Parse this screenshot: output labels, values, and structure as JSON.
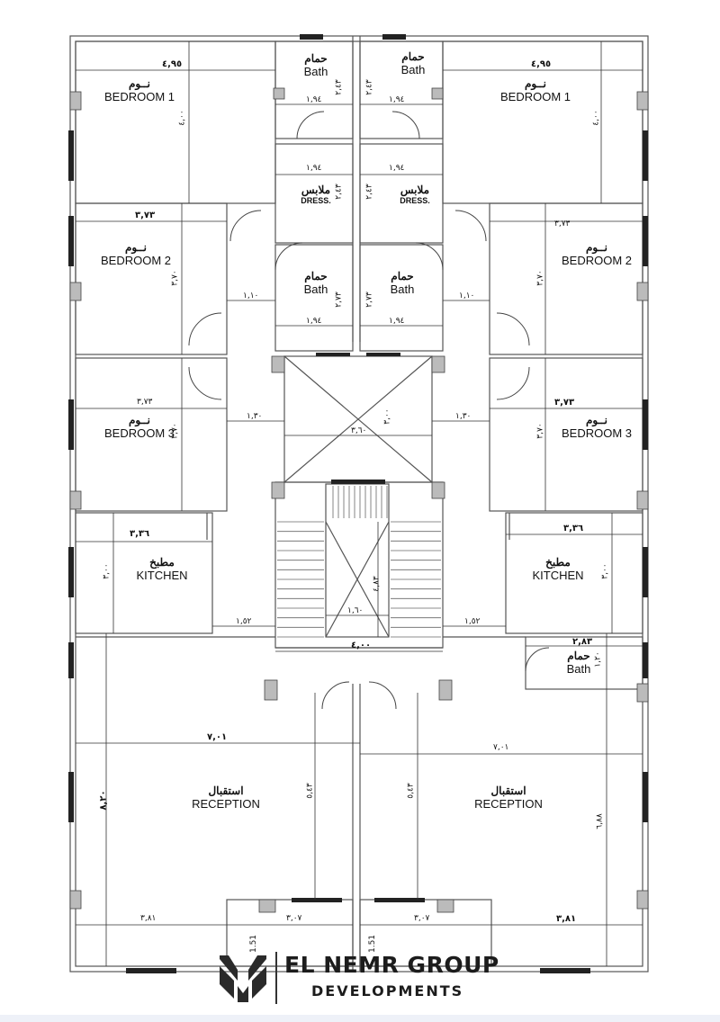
{
  "rooms": {
    "bedroom1_left": {
      "ar": "نــوم",
      "en": "BEDROOM 1"
    },
    "bedroom1_right": {
      "ar": "نــوم",
      "en": "BEDROOM 1"
    },
    "bedroom2_left": {
      "ar": "نــوم",
      "en": "BEDROOM 2"
    },
    "bedroom2_right": {
      "ar": "نــوم",
      "en": "BEDROOM 2"
    },
    "bedroom3_left": {
      "ar": "نــوم",
      "en": "BEDROOM 3"
    },
    "bedroom3_right": {
      "ar": "نــوم",
      "en": "BEDROOM 3"
    },
    "bath_top_left": {
      "ar": "حمام",
      "en": "Bath"
    },
    "bath_top_right": {
      "ar": "حمام",
      "en": "Bath"
    },
    "dress_left": {
      "ar": "ملابس",
      "en": "DRESS."
    },
    "dress_right": {
      "ar": "ملابس",
      "en": "DRESS."
    },
    "bath_mid_left": {
      "ar": "حمام",
      "en": "Bath"
    },
    "bath_mid_right": {
      "ar": "حمام",
      "en": "Bath"
    },
    "kitchen_left": {
      "ar": "مطبخ",
      "en": "KITCHEN"
    },
    "kitchen_right": {
      "ar": "مطبخ",
      "en": "KITCHEN"
    },
    "bath_small_right": {
      "ar": "حمام",
      "en": "Bath"
    },
    "reception_left": {
      "ar": "استقبال",
      "en": "RECEPTION"
    },
    "reception_right": {
      "ar": "استقبال",
      "en": "RECEPTION"
    }
  },
  "dimensions": {
    "b1_left_w": "٤,٩٥",
    "b1_right_w": "٤,٩٥",
    "b1_left_h": "٤,٠٠",
    "b1_right_h": "٤,٠٠",
    "bath_top_l_h": "٢,٤٣",
    "bath_top_r_h": "٢,٤٣",
    "bath_top_l_w": "١,٩٤",
    "bath_top_r_w": "١,٩٤",
    "dress_l_w": "١,٩٤",
    "dress_r_w": "١,٩٤",
    "dress_l_h": "٢,٤٣",
    "dress_r_h": "٢,٤٣",
    "b2_left_w": "٣,٧٣",
    "b2_right_w": "٣,٧٣",
    "b2_left_h": "٣,٧٠",
    "b2_right_h": "٣,٧٠",
    "corr_l": "١,١٠",
    "corr_r": "١,١٠",
    "bath_mid_l_h": "٢,٧٣",
    "bath_mid_r_h": "٢,٧٣",
    "bath_mid_l_w": "١,٩٤",
    "bath_mid_r_w": "١,٩٤",
    "b3_left_w": "٣,٧٣",
    "b3_right_w": "٣,٧٣",
    "b3_left_h": "٣,٧٠",
    "b3_right_h": "٣,٧٠",
    "lobby_l": "١,٣٠",
    "lobby_r": "١,٣٠",
    "shaft_w": "٣,٦٠",
    "shaft_h": "٣,٠٠",
    "kitchen_l_w": "٣,٣٦",
    "kitchen_r_w": "٣,٣٦",
    "kitchen_l_h": "٣,٠٠",
    "kitchen_r_h": "٣,٠٠",
    "stair_h": "٤,٨٣",
    "stair_w": "١,٦٠",
    "kitchen_l_gap": "١,٥٢",
    "kitchen_r_gap": "١,٥٢",
    "stair_total_w": "٤,٠٠",
    "bath_small_w": "٢,٨٣",
    "bath_small_h": "١,٢٠",
    "rec_l_w": "٧,٠١",
    "rec_r_w": "٧,٠١",
    "rec_l_h": "٨,٢٠",
    "rec_r_h": "٦,٨٨",
    "rec_l_mid_h": "٥,٤٣",
    "rec_r_mid_h": "٥,٤٣",
    "bal_l_w1": "٣,٨١",
    "bal_l_w2": "٣,٠٧",
    "bal_r_w1": "٣,٠٧",
    "bal_r_w2": "٣,٨١",
    "bal_l_h": "1.51",
    "bal_r_h": "1.51"
  },
  "brand": {
    "name": "EL NEMR GROUP",
    "subtitle": "DEVELOPMENTS"
  }
}
